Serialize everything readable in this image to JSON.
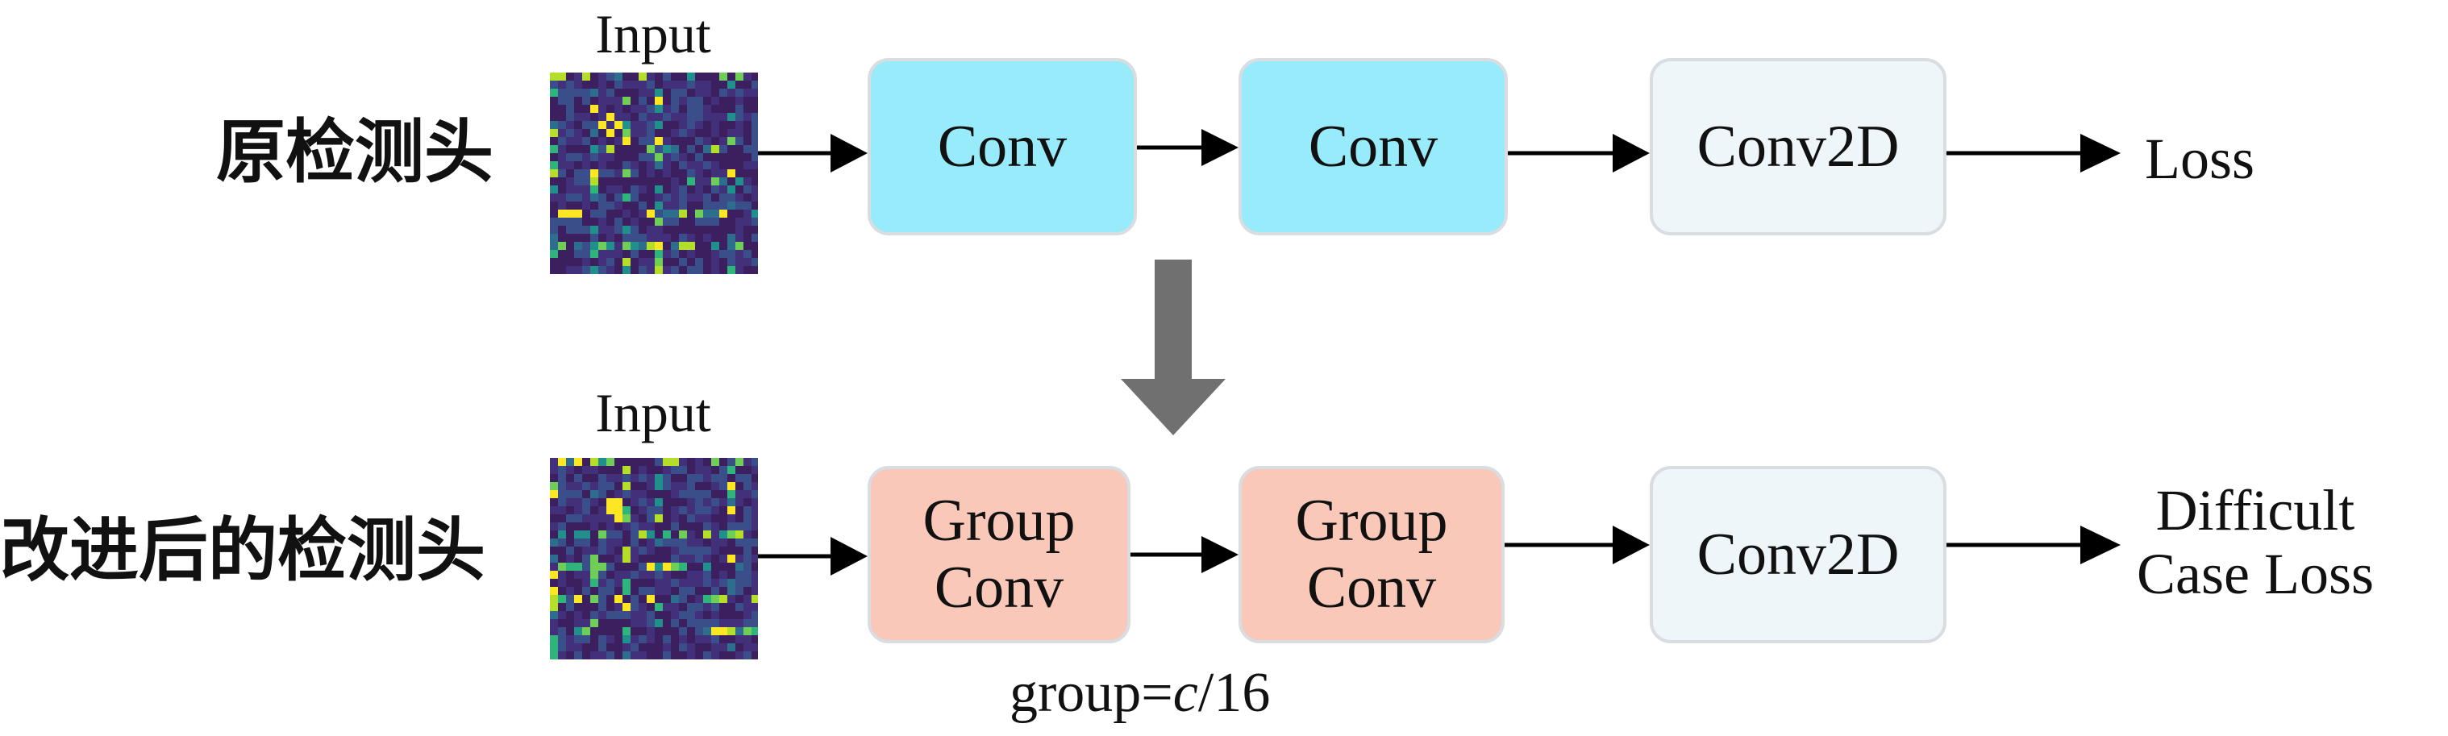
{
  "rows": [
    {
      "label": "原检测头",
      "input_label": "Input",
      "blocks": [
        {
          "text": [
            "Conv"
          ],
          "color": "#98ebfa"
        },
        {
          "text": [
            "Conv"
          ],
          "color": "#98ebfa"
        },
        {
          "text": [
            "Conv2D"
          ],
          "color": "#eef6fa"
        }
      ],
      "output": [
        "Loss"
      ]
    },
    {
      "label": "改进后的检测头",
      "input_label": "Input",
      "blocks": [
        {
          "text": [
            "Group",
            "Conv"
          ],
          "color": "#f9c8b8"
        },
        {
          "text": [
            "Group",
            "Conv"
          ],
          "color": "#f9c8b8"
        },
        {
          "text": [
            "Conv2D"
          ],
          "color": "#eef6fa"
        }
      ],
      "output": [
        "Difficult",
        "Case Loss"
      ]
    }
  ],
  "group_note": {
    "prefix": "group=",
    "variable": "c",
    "suffix": "/16"
  },
  "colors": {
    "transition_arrow": "#707070",
    "arrow": "#000000",
    "feature_map_bg": "#3b1f5e"
  }
}
